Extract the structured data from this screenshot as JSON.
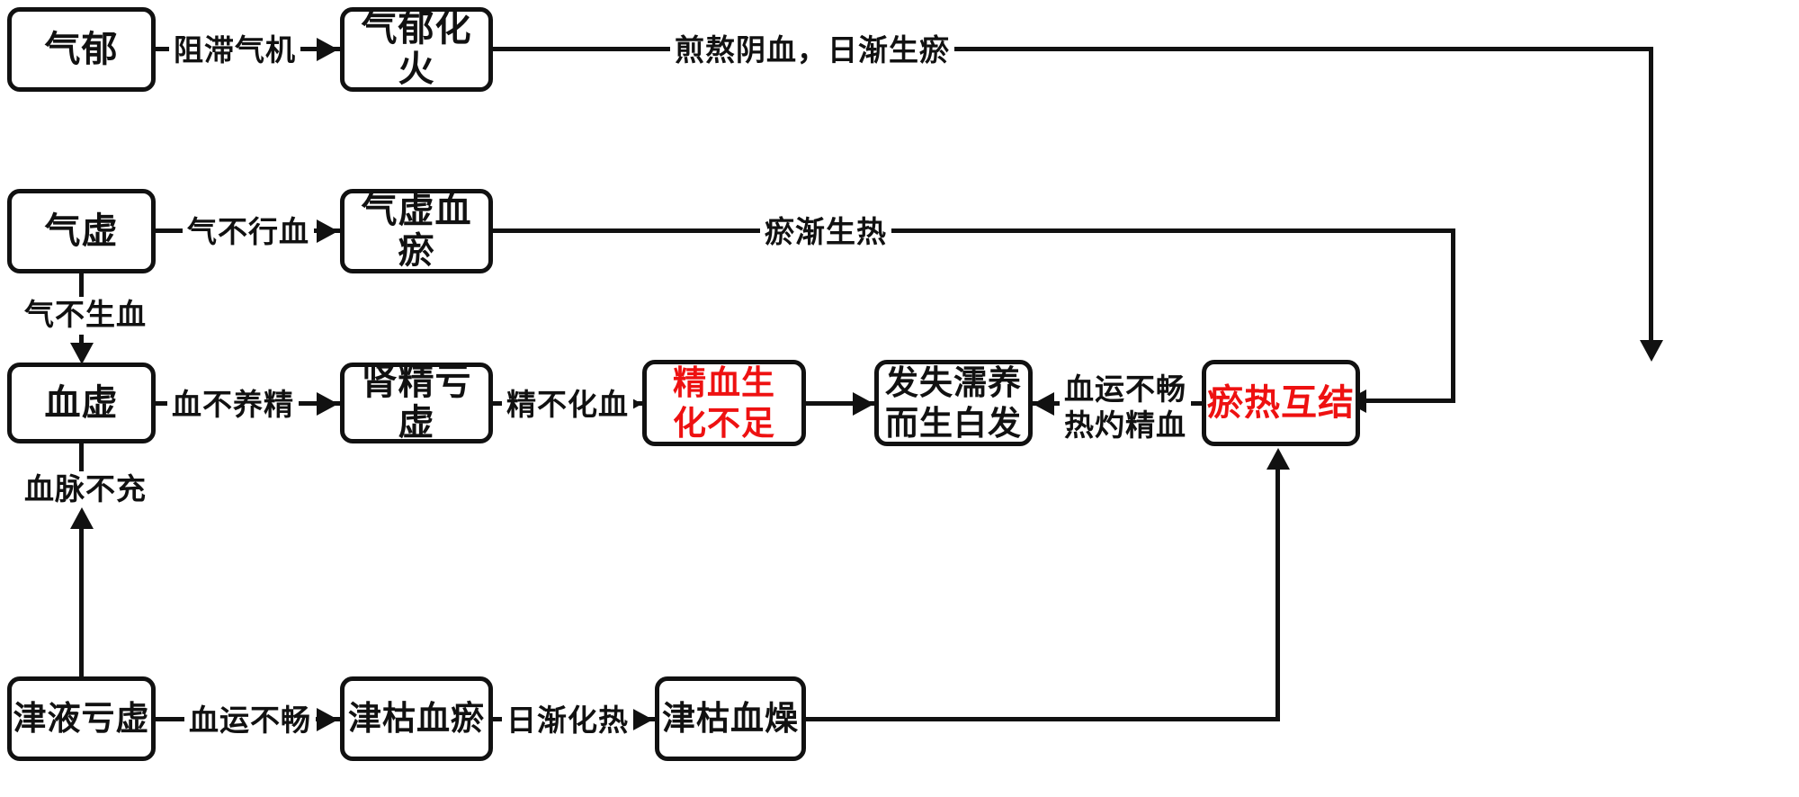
{
  "diagram": {
    "title": "",
    "colors": {
      "stroke": "#111111",
      "accent_red": "#ee1111",
      "background": "#ffffff"
    },
    "nodes": [
      {
        "id": "qiyu",
        "label": "气郁",
        "color": "black"
      },
      {
        "id": "qiyuhuahuo",
        "label": "气郁化火",
        "color": "black"
      },
      {
        "id": "qixu",
        "label": "气虚",
        "color": "black"
      },
      {
        "id": "qixuxueyu",
        "label": "气虚血瘀",
        "color": "black"
      },
      {
        "id": "xuexu",
        "label": "血虚",
        "color": "black"
      },
      {
        "id": "shenjing",
        "label": "肾精亏虚",
        "color": "black"
      },
      {
        "id": "jingxue",
        "label": "精血生\n化不足",
        "color": "red"
      },
      {
        "id": "fashi",
        "label": "发失濡养\n而生白发",
        "color": "black"
      },
      {
        "id": "yurehujie",
        "label": "瘀热互结",
        "color": "red"
      },
      {
        "id": "jinyekuixu",
        "label": "津液亏虚",
        "color": "black"
      },
      {
        "id": "jinkuxueyu",
        "label": "津枯血瘀",
        "color": "black"
      },
      {
        "id": "jinkuxuezao",
        "label": "津枯血燥",
        "color": "black"
      }
    ],
    "edge_labels": [
      {
        "id": "e1",
        "text": "阻滞气机",
        "from": "qiyu",
        "to": "qiyuhuahuo"
      },
      {
        "id": "e2",
        "text": "煎熬阴血，日渐生瘀",
        "from": "qiyuhuahuo",
        "to": "yurehujie"
      },
      {
        "id": "e3",
        "text": "气不行血",
        "from": "qixu",
        "to": "qixuxueyu"
      },
      {
        "id": "e4",
        "text": "瘀渐生热",
        "from": "qixuxueyu",
        "to": "yurehujie"
      },
      {
        "id": "e5",
        "text": "气不生血",
        "from": "qixu",
        "to": "xuexu"
      },
      {
        "id": "e6",
        "text": "血不养精",
        "from": "xuexu",
        "to": "shenjing"
      },
      {
        "id": "e7",
        "text": "精不化血",
        "from": "shenjing",
        "to": "jingxue"
      },
      {
        "id": "e8",
        "text": "血脉不充",
        "from": "jinyekuixu",
        "to": "xuexu"
      },
      {
        "id": "e9",
        "text": "血运不畅",
        "from": "jinyekuixu",
        "to": "jinkuxueyu"
      },
      {
        "id": "e10",
        "text": "日渐化热",
        "from": "jinkuxueyu",
        "to": "jinkuxuezao"
      },
      {
        "id": "e11",
        "text": "血运不畅\n热灼精血",
        "from": "yurehujie",
        "to": "fashi"
      }
    ]
  }
}
